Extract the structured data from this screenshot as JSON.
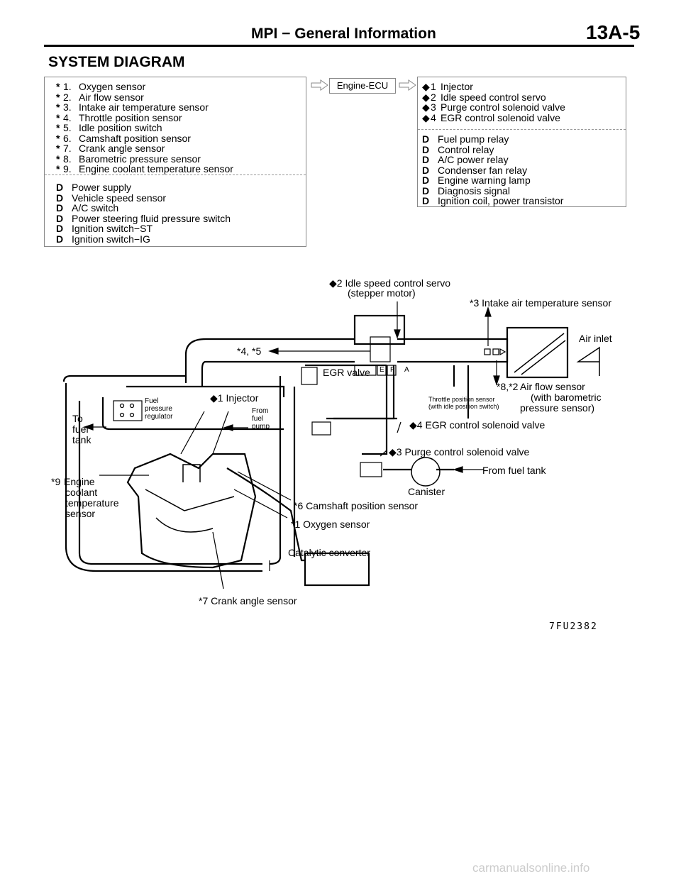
{
  "header": {
    "title": "MPI − General Information",
    "page": "13A-5"
  },
  "section_title": "SYSTEM DIAGRAM",
  "inputs": {
    "numbered": [
      {
        "num": "1.",
        "label": "Oxygen sensor"
      },
      {
        "num": "2.",
        "label": "Air flow sensor"
      },
      {
        "num": "3.",
        "label": "Intake air temperature sensor"
      },
      {
        "num": "4.",
        "label": "Throttle position sensor"
      },
      {
        "num": "5.",
        "label": "Idle position switch"
      },
      {
        "num": "6.",
        "label": "Camshaft position sensor"
      },
      {
        "num": "7.",
        "label": "Crank angle sensor"
      },
      {
        "num": "8.",
        "label": "Barometric pressure sensor"
      },
      {
        "num": "9.",
        "label": "Engine coolant temperature sensor"
      }
    ],
    "bulleted": [
      "Power supply",
      "Vehicle speed sensor",
      "A/C switch",
      "Power steering fluid pressure switch",
      "Ignition switch−ST",
      "Ignition switch−IG"
    ]
  },
  "ecu_label": "Engine-ECU",
  "outputs": {
    "numbered": [
      {
        "num": "1",
        "label": "Injector"
      },
      {
        "num": "2",
        "label": "Idle speed control servo"
      },
      {
        "num": "3",
        "label": "Purge control solenoid valve"
      },
      {
        "num": "4",
        "label": "EGR control solenoid valve"
      }
    ],
    "bulleted": [
      "Fuel pump relay",
      "Control relay",
      "A/C power relay",
      "Condenser fan relay",
      "Engine warning lamp",
      "Diagnosis signal",
      "Ignition coil, power transistor"
    ]
  },
  "symbols": {
    "star": "*",
    "diamond": "◆",
    "bullet": "D"
  },
  "diagram": {
    "isc_line1": "2  Idle speed control servo",
    "isc_line2": "(stepper motor)",
    "intake_temp": "3 Intake air temperature sensor",
    "air_inlet": "Air inlet",
    "tps_ref": "4, *5",
    "egr_valve": "EGR  valve",
    "epa": [
      "E",
      "P",
      "A"
    ],
    "fuel_reg": [
      "Fuel",
      "pressure",
      "regulator"
    ],
    "injector": "1  Injector",
    "from_pump": [
      "From",
      "fuel",
      "pump"
    ],
    "to_tank": [
      "To",
      "fuel",
      "tank"
    ],
    "throttle_sensor": [
      "Throttle position sensor",
      "(with idle position switch)"
    ],
    "afs_ref": "8,*2",
    "afs": [
      "Air flow sensor",
      "(with   barometric",
      "pressure sensor)"
    ],
    "egr_solenoid": "4  EGR  control  solenoid  valve",
    "purge_solenoid": "3  Purge  control  solenoid  valve",
    "from_fuel_tank": "From fuel tank",
    "canister": "Canister",
    "coolant_ref": "9",
    "coolant": [
      "Engine",
      "coolant",
      "temperature",
      "sensor"
    ],
    "camshaft": "6 Camshaft position sensor",
    "oxygen": "1 Oxygen  sensor",
    "catalytic": "Catalytic  converter",
    "crank": "7 Crank angle sensor",
    "figure_code": "7FU2382"
  },
  "watermark": "carmanualsonline.info"
}
